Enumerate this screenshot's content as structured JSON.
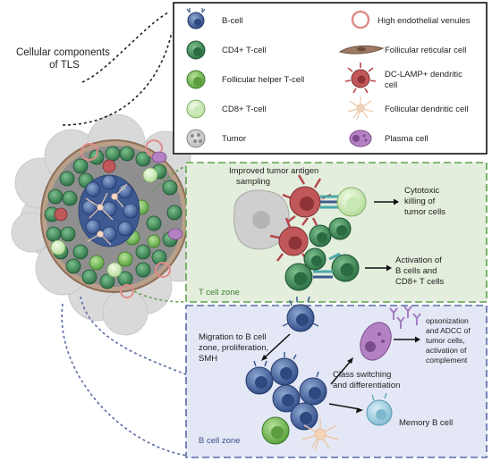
{
  "title": [
    "Cellular components",
    "of TLS"
  ],
  "legend": [
    {
      "icon": "b-cell-icon",
      "label": [
        "B-cell"
      ]
    },
    {
      "icon": "high-endothelial-venule-icon",
      "label": [
        "High endothelial venules"
      ]
    },
    {
      "icon": "cd4-t-cell-icon",
      "label": [
        "CD4+ T-cell"
      ]
    },
    {
      "icon": "follicular-reticular-cell-icon",
      "label": [
        "Follicular reticular cell"
      ]
    },
    {
      "icon": "follicular-helper-t-cell-icon",
      "label": [
        "Follicular helper T-cell"
      ]
    },
    {
      "icon": "dc-lamp-dendritic-cell-icon",
      "label": [
        "DC-LAMP+ dendritic",
        "cell"
      ]
    },
    {
      "icon": "cd8-t-cell-icon",
      "label": [
        "CD8+ T-cell"
      ]
    },
    {
      "icon": "follicular-dendritic-cell-icon",
      "label": [
        "Follicular dendritic cell"
      ]
    },
    {
      "icon": "tumor-icon",
      "label": [
        "Tumor"
      ]
    },
    {
      "icon": "plasma-cell-icon",
      "label": [
        "Plasma cell"
      ]
    }
  ],
  "zones": {
    "t_cell": "T cell zone",
    "b_cell": "B cell zone"
  },
  "annotations": {
    "antigen_sampling": [
      "Improved tumor antigen",
      "sampling"
    ],
    "cytotoxic": [
      "Cytotoxic",
      "killing of",
      "tumor cells"
    ],
    "activation": [
      "Activation of",
      "B cells and",
      "CD8+ T cells"
    ],
    "migration": [
      "Migration to B cell",
      "zone, proliferation,",
      "SMH"
    ],
    "opsonization": [
      "opsonization",
      "and ADCC of",
      "tumor cells,",
      "activation of",
      "complement"
    ],
    "class_switching": [
      "Class switching",
      "and differentiation"
    ],
    "memory": [
      "Memory B cell"
    ]
  },
  "colors": {
    "t_zone_bg": "#e3eedc",
    "t_zone_border": "#5fa14f",
    "b_zone_bg": "#e4e8f6",
    "b_zone_border": "#5a6aa8",
    "cd4": "#3f8a57",
    "b_cell": "#4f6fa3",
    "dendritic": "#c0575a",
    "plasma": "#9a6aa8"
  }
}
